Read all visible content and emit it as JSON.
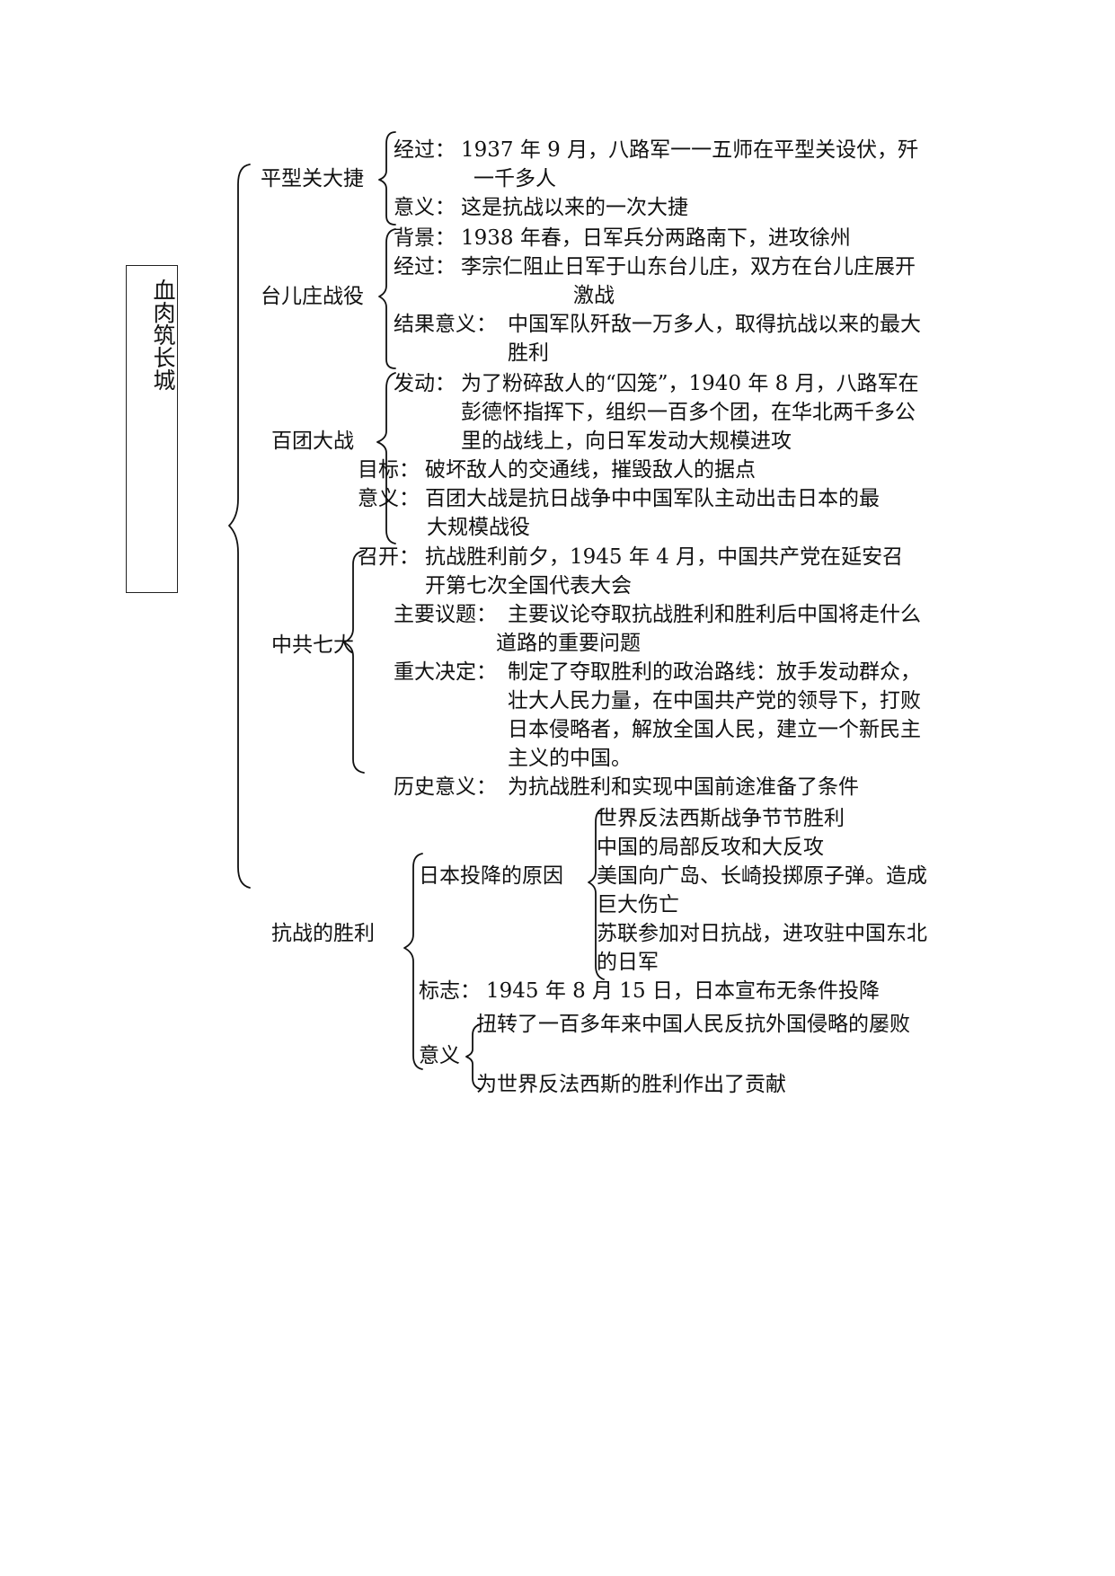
{
  "root": {
    "title": "血肉筑长城"
  },
  "sections": {
    "pingxingguan": {
      "title": "平型关大捷",
      "jingguo_label": "经过：",
      "jingguo_line1": "1937 年 9 月，八路军一一五师在平型关设伏，歼",
      "jingguo_line2": "一千多人",
      "yiyi_label": "意义：",
      "yiyi_text": "这是抗战以来的一次大捷"
    },
    "taierzhuang": {
      "title": "台儿庄战役",
      "beijing_label": "背景：",
      "beijing_text": "1938 年春，日军兵分两路南下，进攻徐州",
      "jingguo_label": "经过：",
      "jingguo_line1": "李宗仁阻止日军于山东台儿庄，双方在台儿庄展开",
      "jingguo_line2": "激战",
      "jieguo_label": "结果意义：",
      "jieguo_line1": "中国军队歼敌一万多人，取得抗战以来的最大",
      "jieguo_line2": "胜利"
    },
    "baituan": {
      "title": "百团大战",
      "fadong_label": "发动：",
      "fadong_line1": "为了粉碎敌人的“囚笼”，1940 年 8 月，八路军在",
      "fadong_line2": "彭德怀指挥下，组织一百多个团，在华北两千多公",
      "fadong_line3": "里的战线上，向日军发动大规模进攻",
      "mubiao_label": "目标：",
      "mubiao_text": "破坏敌人的交通线，摧毁敌人的据点",
      "yiyi_label": "意义：",
      "yiyi_line1": "百团大战是抗日战争中中国军队主动出击日本的最",
      "yiyi_line2": "大规模战役"
    },
    "qida": {
      "title": "中共七大",
      "zhaokai_label": "召开：",
      "zhaokai_line1": "抗战胜利前夕，1945 年 4 月，中国共产党在延安召",
      "zhaokai_line2": "开第七次全国代表大会",
      "yiti_label": "主要议题：",
      "yiti_line1": "主要议论夺取抗战胜利和胜利后中国将走什么",
      "yiti_line2": "道路的重要问题",
      "jueding_label": "重大决定：",
      "jueding_line1": "制定了夺取胜利的政治路线：放手发动群众，",
      "jueding_line2": "壮大人民力量，在中国共产党的领导下，打败",
      "jueding_line3": "日本侵略者，解放全国人民，建立一个新民主",
      "jueding_line4": "主义的中国。",
      "lishi_label": "历史意义：",
      "lishi_text": "为抗战胜利和实现中国前途准备了条件"
    },
    "shengli": {
      "title": "抗战的胜利",
      "yuanyin_title": "日本投降的原因",
      "yuanyin_1": "世界反法西斯战争节节胜利",
      "yuanyin_2": "中国的局部反攻和大反攻",
      "yuanyin_3_line1": "美国向广岛、长崎投掷原子弹。造成",
      "yuanyin_3_line2": "巨大伤亡",
      "yuanyin_4_line1": "苏联参加对日抗战，进攻驻中国东北",
      "yuanyin_4_line2": "的日军",
      "biaozhi_label": "标志：",
      "biaozhi_text": "1945 年 8 月 15 日，日本宣布无条件投降",
      "yiyi_label": "意义",
      "yiyi_1": "扭转了一百多年来中国人民反抗外国侵略的屡败",
      "yiyi_2": "为世界反法西斯的胜利作出了贡献"
    }
  }
}
